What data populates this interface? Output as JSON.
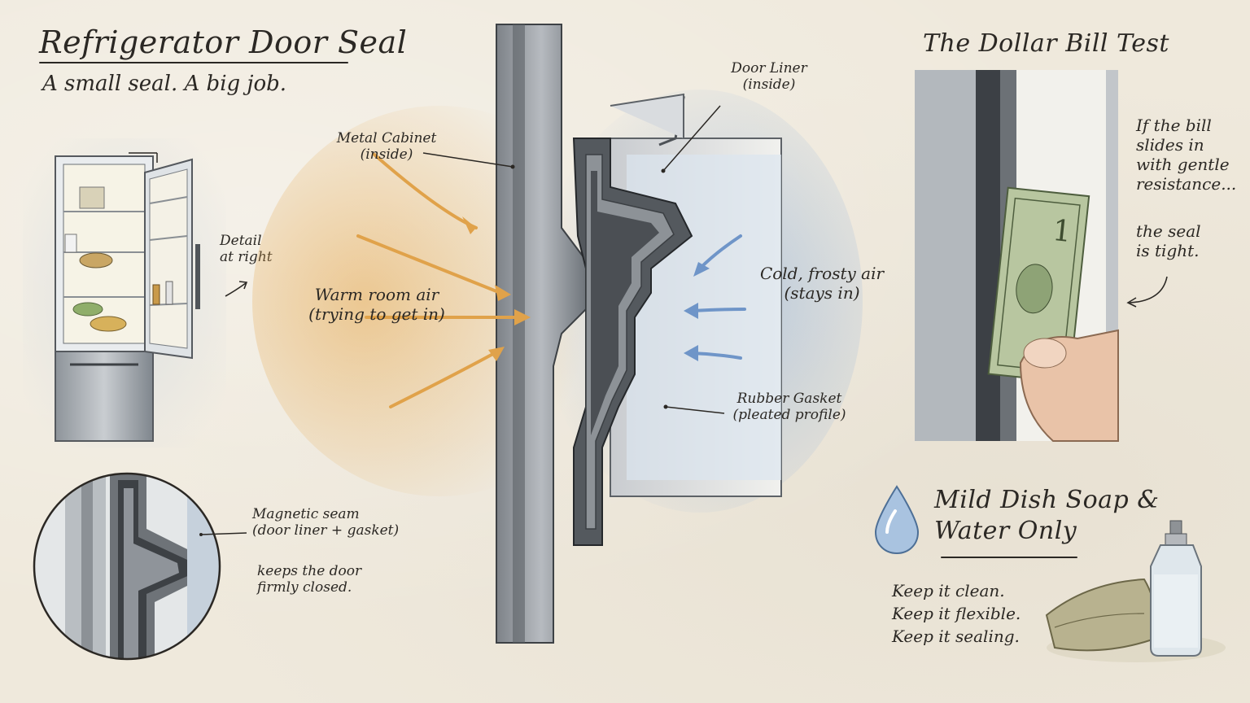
{
  "header": {
    "title": "Refrigerator Door Seal",
    "subtitle": "A small seal. A big job."
  },
  "fridge_panel": {
    "callout": "Detail\nat right"
  },
  "magnifier": {
    "callout_title": "Magnetic seam\n(door liner + gasket)",
    "callout_body": "keeps the door\nfirmly closed."
  },
  "cross_section": {
    "labels": {
      "metal_cabinet": "Metal Cabinet\n(inside)",
      "door_liner": "Door Liner\n(inside)",
      "warm_air": "Warm room air\n(trying to get in)",
      "cold_air": "Cold, frosty air\n(stays in)",
      "gasket": "Rubber Gasket\n(pleated profile)"
    },
    "colors": {
      "warm": "#e0a24a",
      "cold": "#6f95c8",
      "metal": "#9aa0a6"
    }
  },
  "dollar_test": {
    "title": "The Dollar Bill Test",
    "note_1": "If the bill\nslides in\nwith gentle\nresistance...",
    "note_2": "the seal\nis tight."
  },
  "cleaning": {
    "icon": "water-drop-icon",
    "title": "Mild Dish Soap &\nWater Only",
    "tips": "Keep it clean.\nKeep it flexible.\nKeep it sealing."
  }
}
